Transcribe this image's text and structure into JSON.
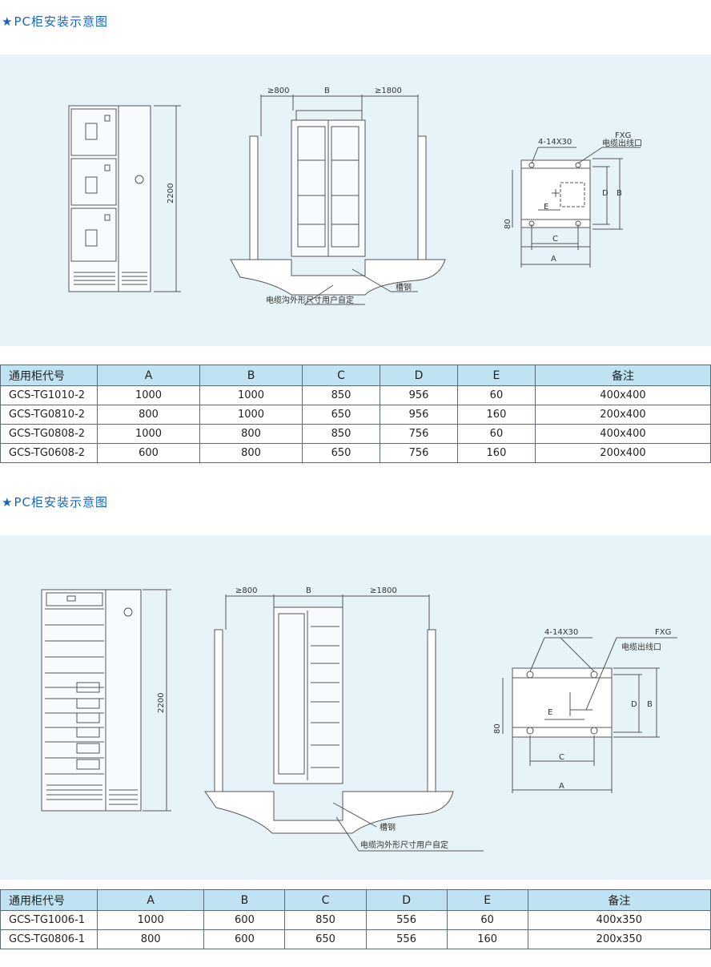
{
  "sections": [
    {
      "heading": "PC柜安装示意图",
      "diagram": {
        "front_height": "2200",
        "side_left": "≥800",
        "side_mid": "B",
        "side_right": "≥1800",
        "channel_steel": "槽钢",
        "trench_note": "电缆沟外形尺寸用户自定",
        "bolt_spec": "4-14X30",
        "fxg": "FXG",
        "cable_outlet": "电缆出线口",
        "dim_a": "A",
        "dim_b": "B",
        "dim_c": "C",
        "dim_d": "D",
        "dim_e": "E",
        "dim_80": "80"
      },
      "table": {
        "headers": [
          "通用柜代号",
          "A",
          "B",
          "C",
          "D",
          "E",
          "备注"
        ],
        "rows": [
          [
            "GCS-TG1010-2",
            "1000",
            "1000",
            "850",
            "956",
            "60",
            "400x400"
          ],
          [
            "GCS-TG0810-2",
            "800",
            "1000",
            "650",
            "956",
            "160",
            "200x400"
          ],
          [
            "GCS-TG0808-2",
            "1000",
            "800",
            "850",
            "756",
            "60",
            "400x400"
          ],
          [
            "GCS-TG0608-2",
            "600",
            "800",
            "650",
            "756",
            "160",
            "200x400"
          ]
        ]
      }
    },
    {
      "heading": "PC柜安装示意图",
      "diagram": {
        "front_height": "2200",
        "side_left": "≥800",
        "side_mid": "B",
        "side_right": "≥1800",
        "channel_steel": "槽钢",
        "trench_note": "电缆沟外形尺寸用户自定",
        "bolt_spec": "4-14X30",
        "fxg": "FXG",
        "cable_outlet": "电缆出线口",
        "dim_a": "A",
        "dim_b": "B",
        "dim_c": "C",
        "dim_d": "D",
        "dim_e": "E",
        "dim_80": "80"
      },
      "table": {
        "headers": [
          "通用柜代号",
          "A",
          "B",
          "C",
          "D",
          "E",
          "备注"
        ],
        "rows": [
          [
            "GCS-TG1006-1",
            "1000",
            "600",
            "850",
            "556",
            "60",
            "400x350"
          ],
          [
            "GCS-TG0806-1",
            "800",
            "600",
            "650",
            "556",
            "160",
            "200x350"
          ]
        ]
      }
    }
  ],
  "colors": {
    "heading": "#1565c0",
    "panel": "#e6f4f9",
    "table_header": "#bfe3f3",
    "line": "#555555"
  }
}
